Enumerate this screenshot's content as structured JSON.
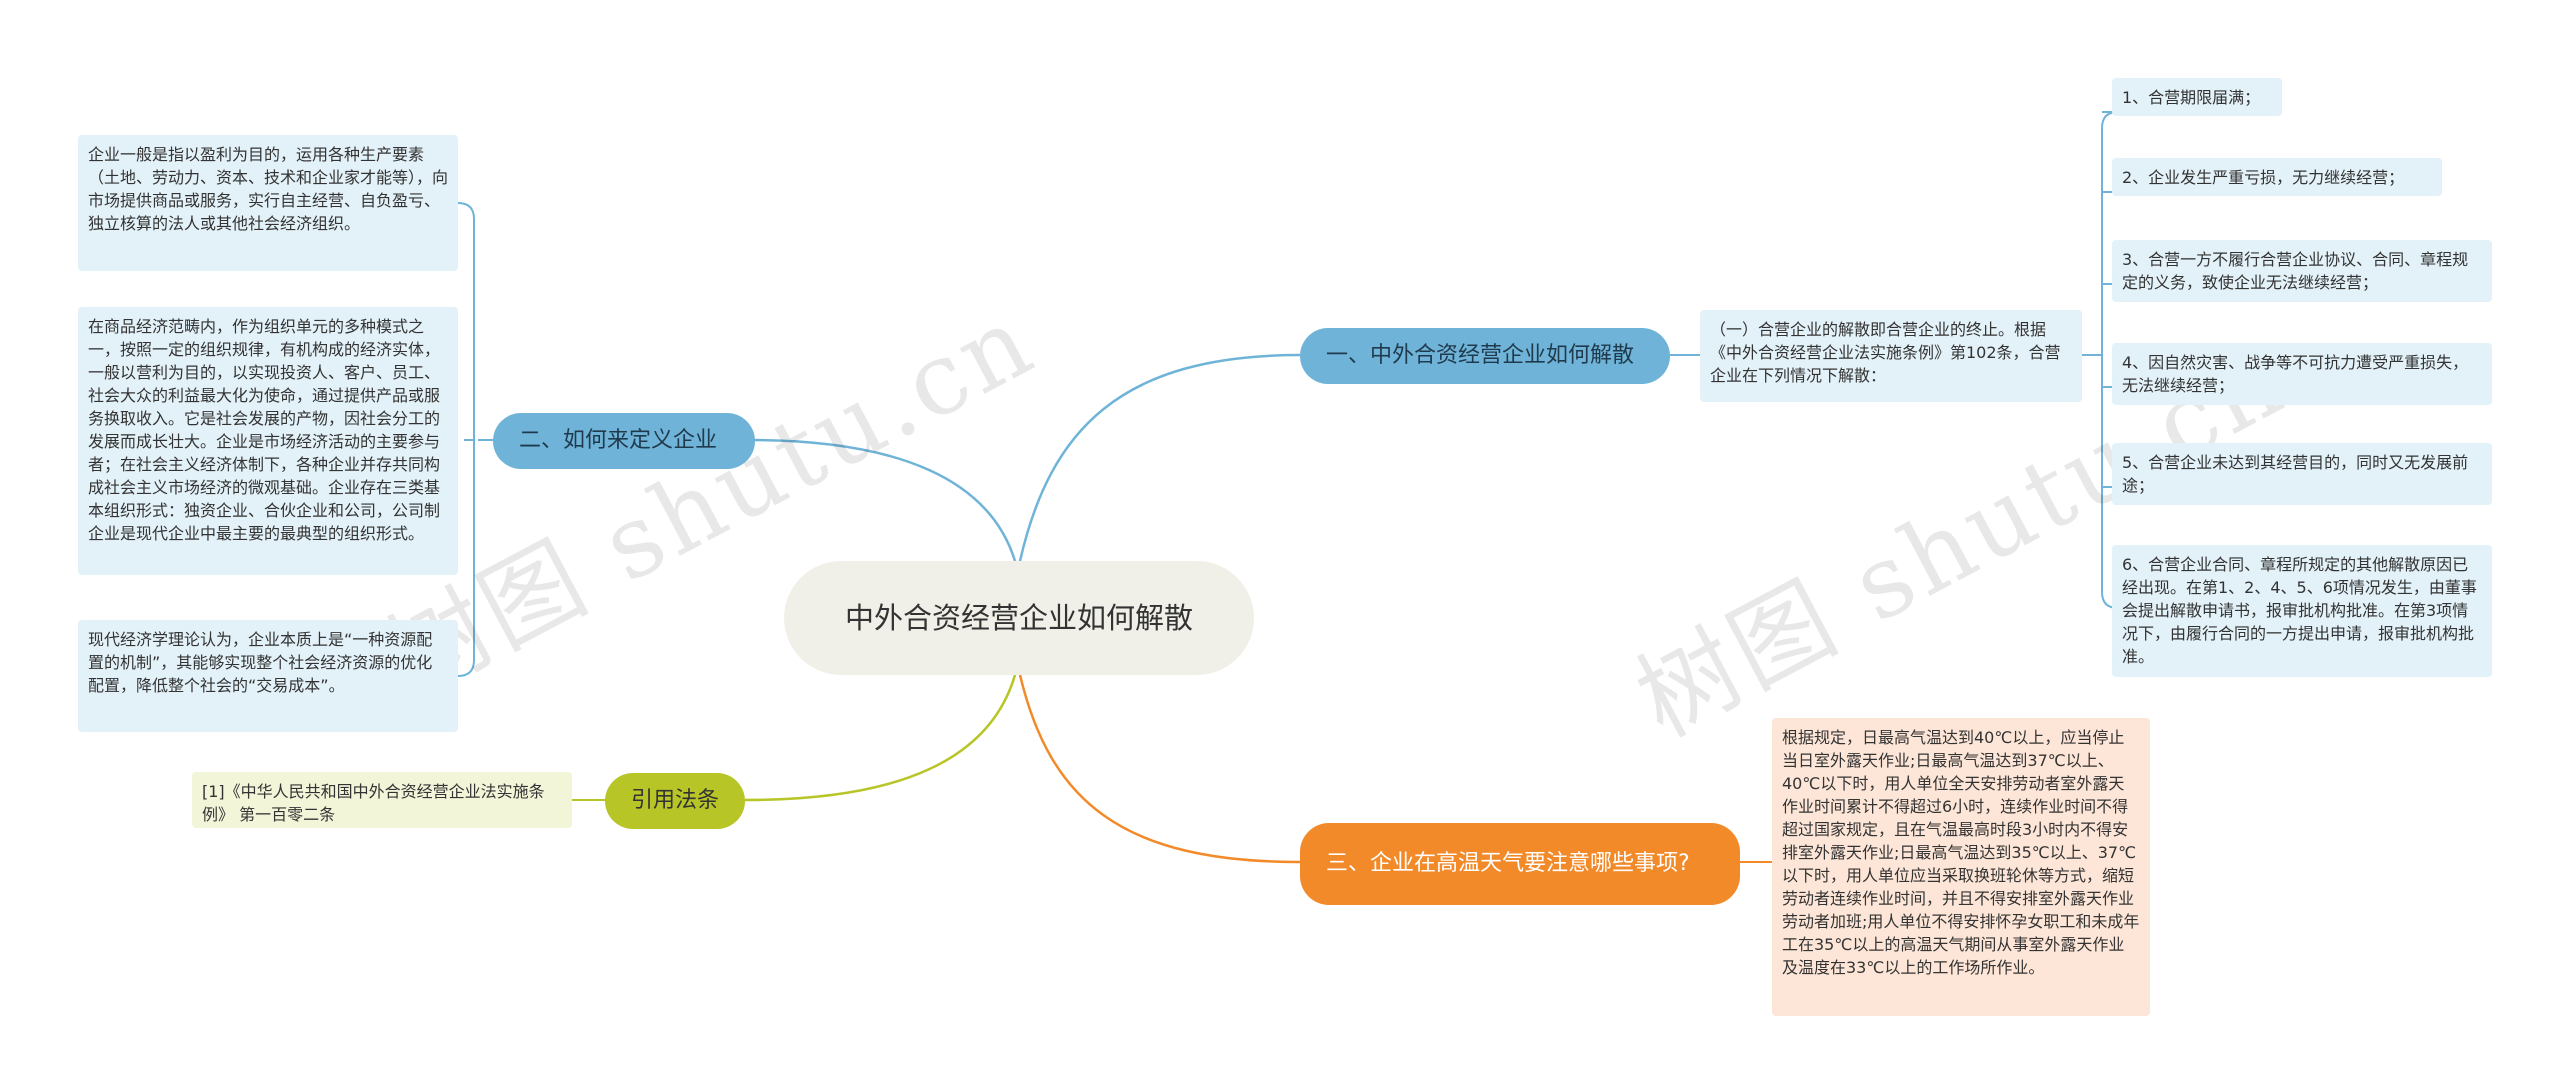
{
  "watermark": [
    "树图 shutu.cn",
    "树图 shutu.cn"
  ],
  "root": {
    "label": "中外合资经营企业如何解散"
  },
  "branches": {
    "b1": {
      "label": "一、中外合资经营企业如何解散",
      "intro": "（一）合营企业的解散即合营企业的终止。根据《中外合资经营企业法实施条例》第102条，合营企业在下列情况下解散：",
      "items": [
        "1、合营期限届满；",
        "2、企业发生严重亏损，无力继续经营；",
        "3、合营一方不履行合营企业协议、合同、章程规定的义务，致使企业无法继续经营；",
        "4、因自然灾害、战争等不可抗力遭受严重损失，无法继续经营；",
        "5、合营企业未达到其经营目的，同时又无发展前途；",
        "6、合营企业合同、章程所规定的其他解散原因已经出现。在第1、2、4、5、6项情况发生，由董事会提出解散申请书，报审批机构批准。在第3项情况下，由履行合同的一方提出申请，报审批机构批准。"
      ]
    },
    "b2": {
      "label": "二、如何来定义企业",
      "items": [
        "企业一般是指以盈利为目的，运用各种生产要素（土地、劳动力、资本、技术和企业家才能等），向市场提供商品或服务，实行自主经营、自负盈亏、独立核算的法人或其他社会经济组织。",
        "在商品经济范畴内，作为组织单元的多种模式之一，按照一定的组织规律，有机构成的经济实体，一般以营利为目的，以实现投资人、客户、员工、社会大众的利益最大化为使命，通过提供产品或服务换取收入。它是社会发展的产物，因社会分工的发展而成长壮大。企业是市场经济活动的主要参与者；在社会主义经济体制下，各种企业并存共同构成社会主义市场经济的微观基础。企业存在三类基本组织形式：独资企业、合伙企业和公司，公司制企业是现代企业中最主要的最典型的组织形式。",
        "现代经济学理论认为，企业本质上是“一种资源配置的机制”，其能够实现整个社会经济资源的优化配置，降低整个社会的“交易成本”。"
      ]
    },
    "b3": {
      "label": "三、企业在高温天气要注意哪些事项?",
      "items": [
        "根据规定，日最高气温达到40℃以上，应当停止当日室外露天作业;日最高气温达到37℃以上、40℃以下时，用人单位全天安排劳动者室外露天作业时间累计不得超过6小时，连续作业时间不得超过国家规定，且在气温最高时段3小时内不得安排室外露天作业;日最高气温达到35℃以上、37℃以下时，用人单位应当采取换班轮休等方式，缩短劳动者连续作业时间，并且不得安排室外露天作业劳动者加班;用人单位不得安排怀孕女职工和未成年工在35℃以上的高温天气期间从事室外露天作业及温度在33℃以上的工作场所作业。"
      ]
    },
    "b4": {
      "label": "引用法条",
      "items": [
        "[1]《中华人民共和国中外合资经营企业法实施条例》 第一百零二条"
      ]
    }
  },
  "colors": {
    "blue": "#6fb4d8",
    "green": "#b7c527",
    "orange": "#f28a2a"
  }
}
